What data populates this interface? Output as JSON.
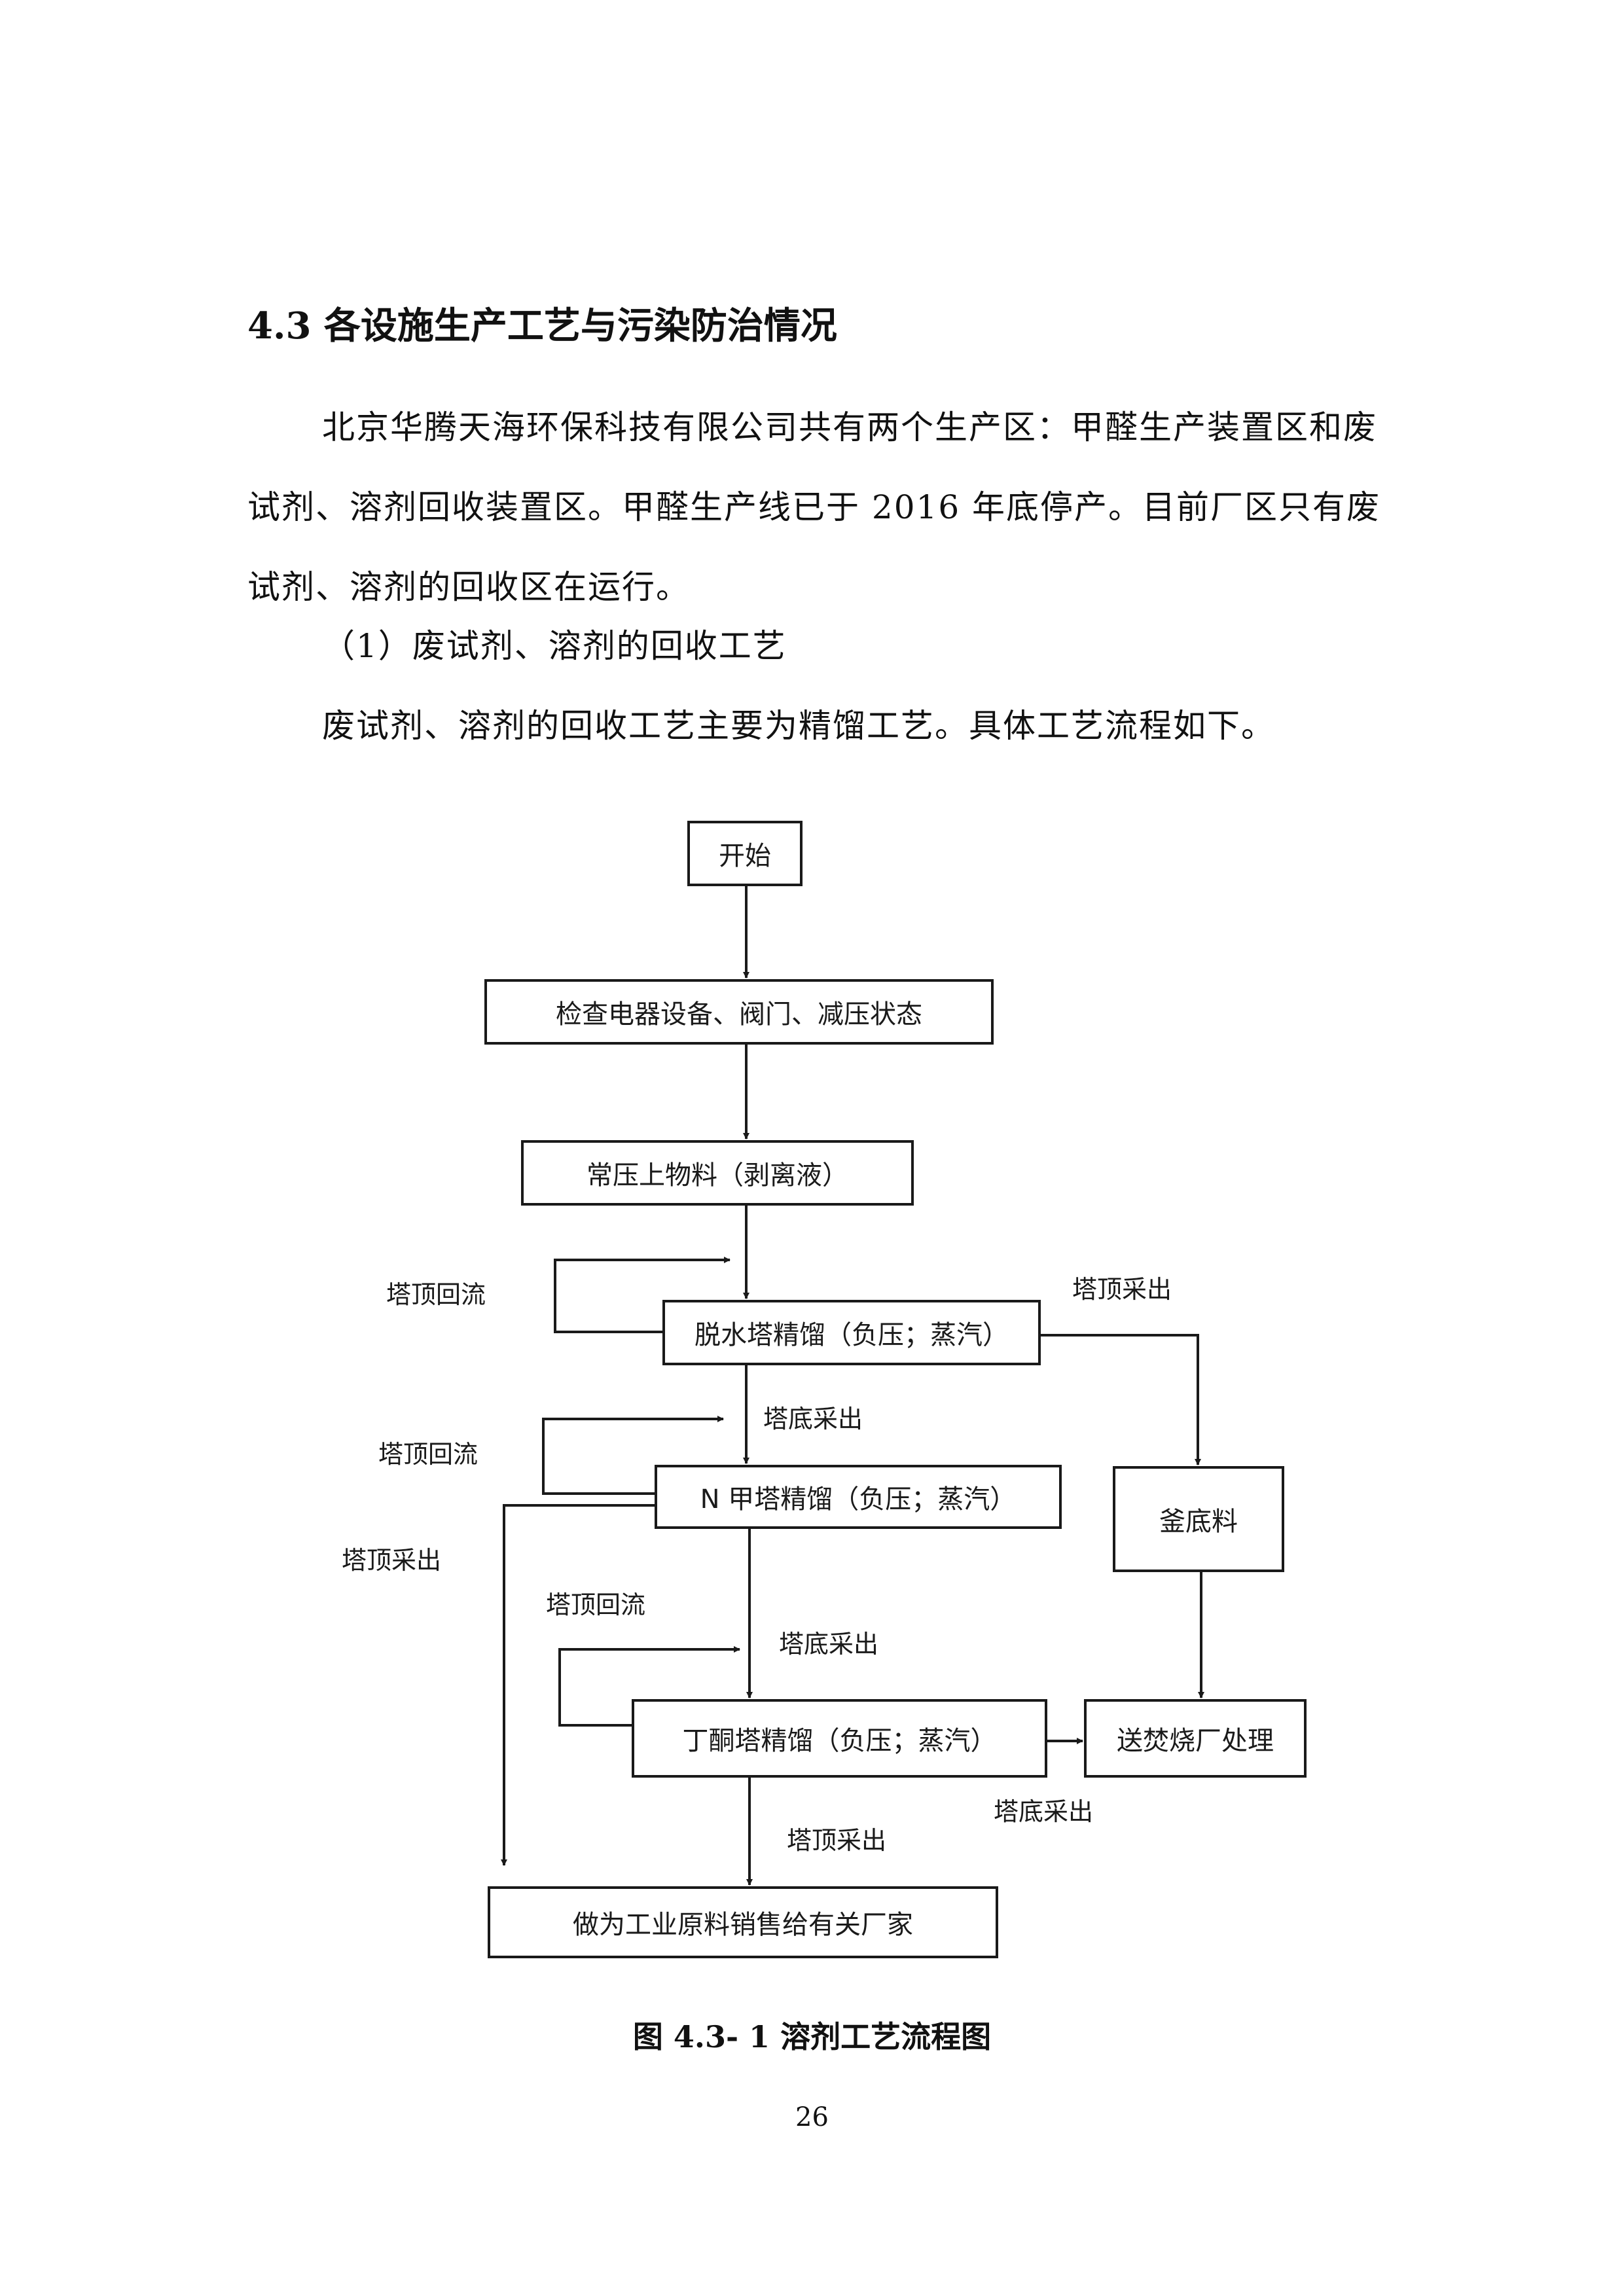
{
  "heading": "4.3 各设施生产工艺与污染防治情况",
  "paragraphs": {
    "p1": "北京华腾天海环保科技有限公司共有两个生产区：甲醛生产装置区和废试剂、溶剂回收装置区。甲醛生产线已于 2016 年底停产。目前厂区只有废试剂、溶剂的回收区在运行。",
    "p2": "（1）废试剂、溶剂的回收工艺",
    "p3": "废试剂、溶剂的回收工艺主要为精馏工艺。具体工艺流程如下。"
  },
  "flowchart": {
    "boxes": {
      "start": "开始",
      "check": "检查电器设备、阀门、减压状态",
      "feed": "常压上物料（剥离液）",
      "dehydration": "脱水塔精馏（负压；蒸汽）",
      "nmethyl": "N 甲塔精馏（负压；蒸汽）",
      "kettle": "釜底料",
      "butanone": "丁酮塔精馏（负压；蒸汽）",
      "incinerate": "送焚烧厂处理",
      "sell": "做为工业原料销售给有关厂家"
    },
    "labels": {
      "reflux1": "塔顶回流",
      "top_out1": "塔顶采出",
      "bottom_out1": "塔底采出",
      "reflux2": "塔顶回流",
      "top_out2": "塔顶采出",
      "reflux3": "塔顶回流",
      "bottom_out2": "塔底采出",
      "bottom_out3": "塔底采出",
      "top_out3": "塔顶采出"
    }
  },
  "caption": "图 4.3- 1 溶剂工艺流程图",
  "page_number": "26"
}
